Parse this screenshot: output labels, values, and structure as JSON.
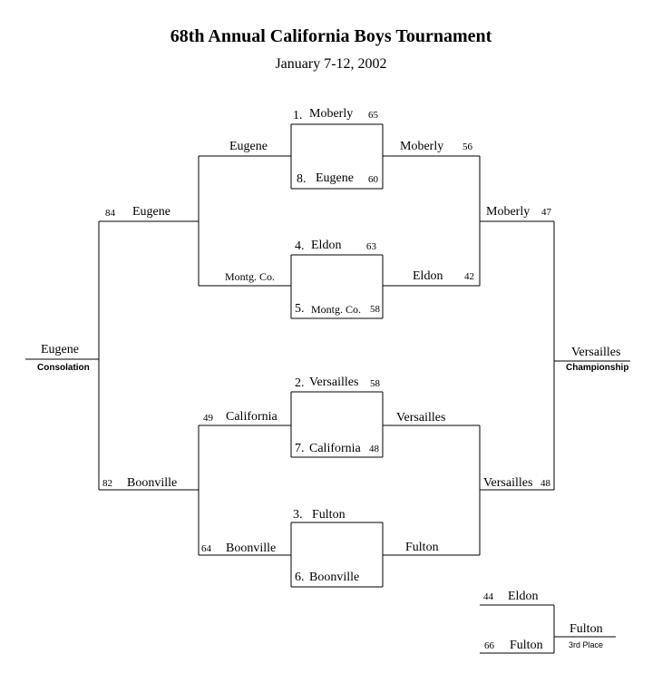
{
  "header": {
    "title": "68th Annual California Boys Tournament",
    "subtitle": "January 7-12, 2002"
  },
  "first_round": [
    {
      "top": {
        "seed": "1.",
        "team": "Moberly",
        "score": "65"
      },
      "bottom": {
        "seed": "8.",
        "team": "Eugene",
        "score": "60"
      }
    },
    {
      "top": {
        "seed": "4.",
        "team": "Eldon",
        "score": "63"
      },
      "bottom": {
        "seed": "5.",
        "team": "Montg. Co.",
        "score": "58"
      }
    },
    {
      "top": {
        "seed": "2.",
        "team": "Versailles",
        "score": "58"
      },
      "bottom": {
        "seed": "7.",
        "team": "California",
        "score": "48"
      }
    },
    {
      "top": {
        "seed": "3.",
        "team": "Fulton",
        "score": ""
      },
      "bottom": {
        "seed": "6.",
        "team": "Boonville",
        "score": ""
      }
    }
  ],
  "winners_bracket": {
    "semis": [
      {
        "team": "Moberly",
        "score": "56"
      },
      {
        "team": "Eldon",
        "score": "42"
      },
      {
        "team": "Versailles",
        "score": ""
      },
      {
        "team": "Fulton",
        "score": ""
      }
    ],
    "finalists": [
      {
        "team": "Moberly",
        "score": "47"
      },
      {
        "team": "Versailles",
        "score": "48"
      }
    ],
    "champion": {
      "team": "Versailles",
      "caption": "Championship"
    }
  },
  "consolation_bracket": {
    "semis": [
      {
        "team": "Eugene",
        "score": ""
      },
      {
        "team": "Montg. Co.",
        "score": ""
      },
      {
        "team": "California",
        "score": "49"
      },
      {
        "team": "Boonville",
        "score": "64"
      }
    ],
    "finalists": [
      {
        "team": "Eugene",
        "score": "84"
      },
      {
        "team": "Boonville",
        "score": "82"
      }
    ],
    "winner": {
      "team": "Eugene",
      "caption": "Consolation"
    }
  },
  "third_place": {
    "top": {
      "team": "Eldon",
      "score": "44"
    },
    "bottom": {
      "team": "Fulton",
      "score": "66"
    },
    "winner": {
      "team": "Fulton",
      "caption": "3rd Place"
    }
  }
}
